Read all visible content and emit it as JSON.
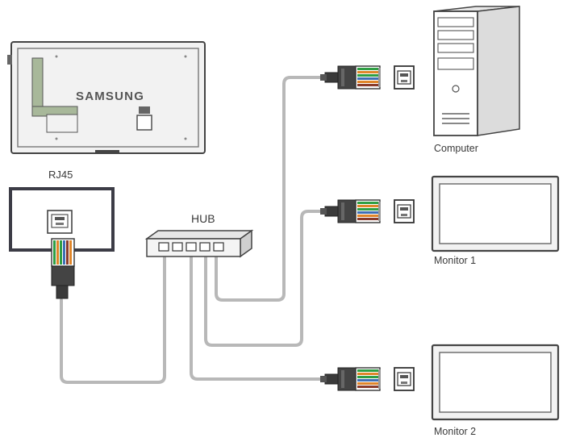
{
  "diagram": {
    "brand": "SAMSUNG",
    "labels": {
      "rj45": "RJ45",
      "hub": "HUB",
      "computer": "Computer",
      "monitor1": "Monitor 1",
      "monitor2": "Monitor 2"
    },
    "colors": {
      "cable": "#b8b8b8",
      "outline": "#555555",
      "panel_fill": "#f2f2f2",
      "board_fill": "#a8b89a",
      "rj45_frame": "#3c3c46",
      "plug_body": "#444444",
      "wire_green": "#2f9e44",
      "wire_orange": "#e0862a",
      "wire_brown": "#8a3b2b",
      "wire_blue": "#3f6fb5"
    },
    "icons": [
      "display-back-icon",
      "rj45-port-icon",
      "hub-icon",
      "rj45-plug-icon",
      "computer-tower-icon",
      "monitor-icon"
    ]
  }
}
